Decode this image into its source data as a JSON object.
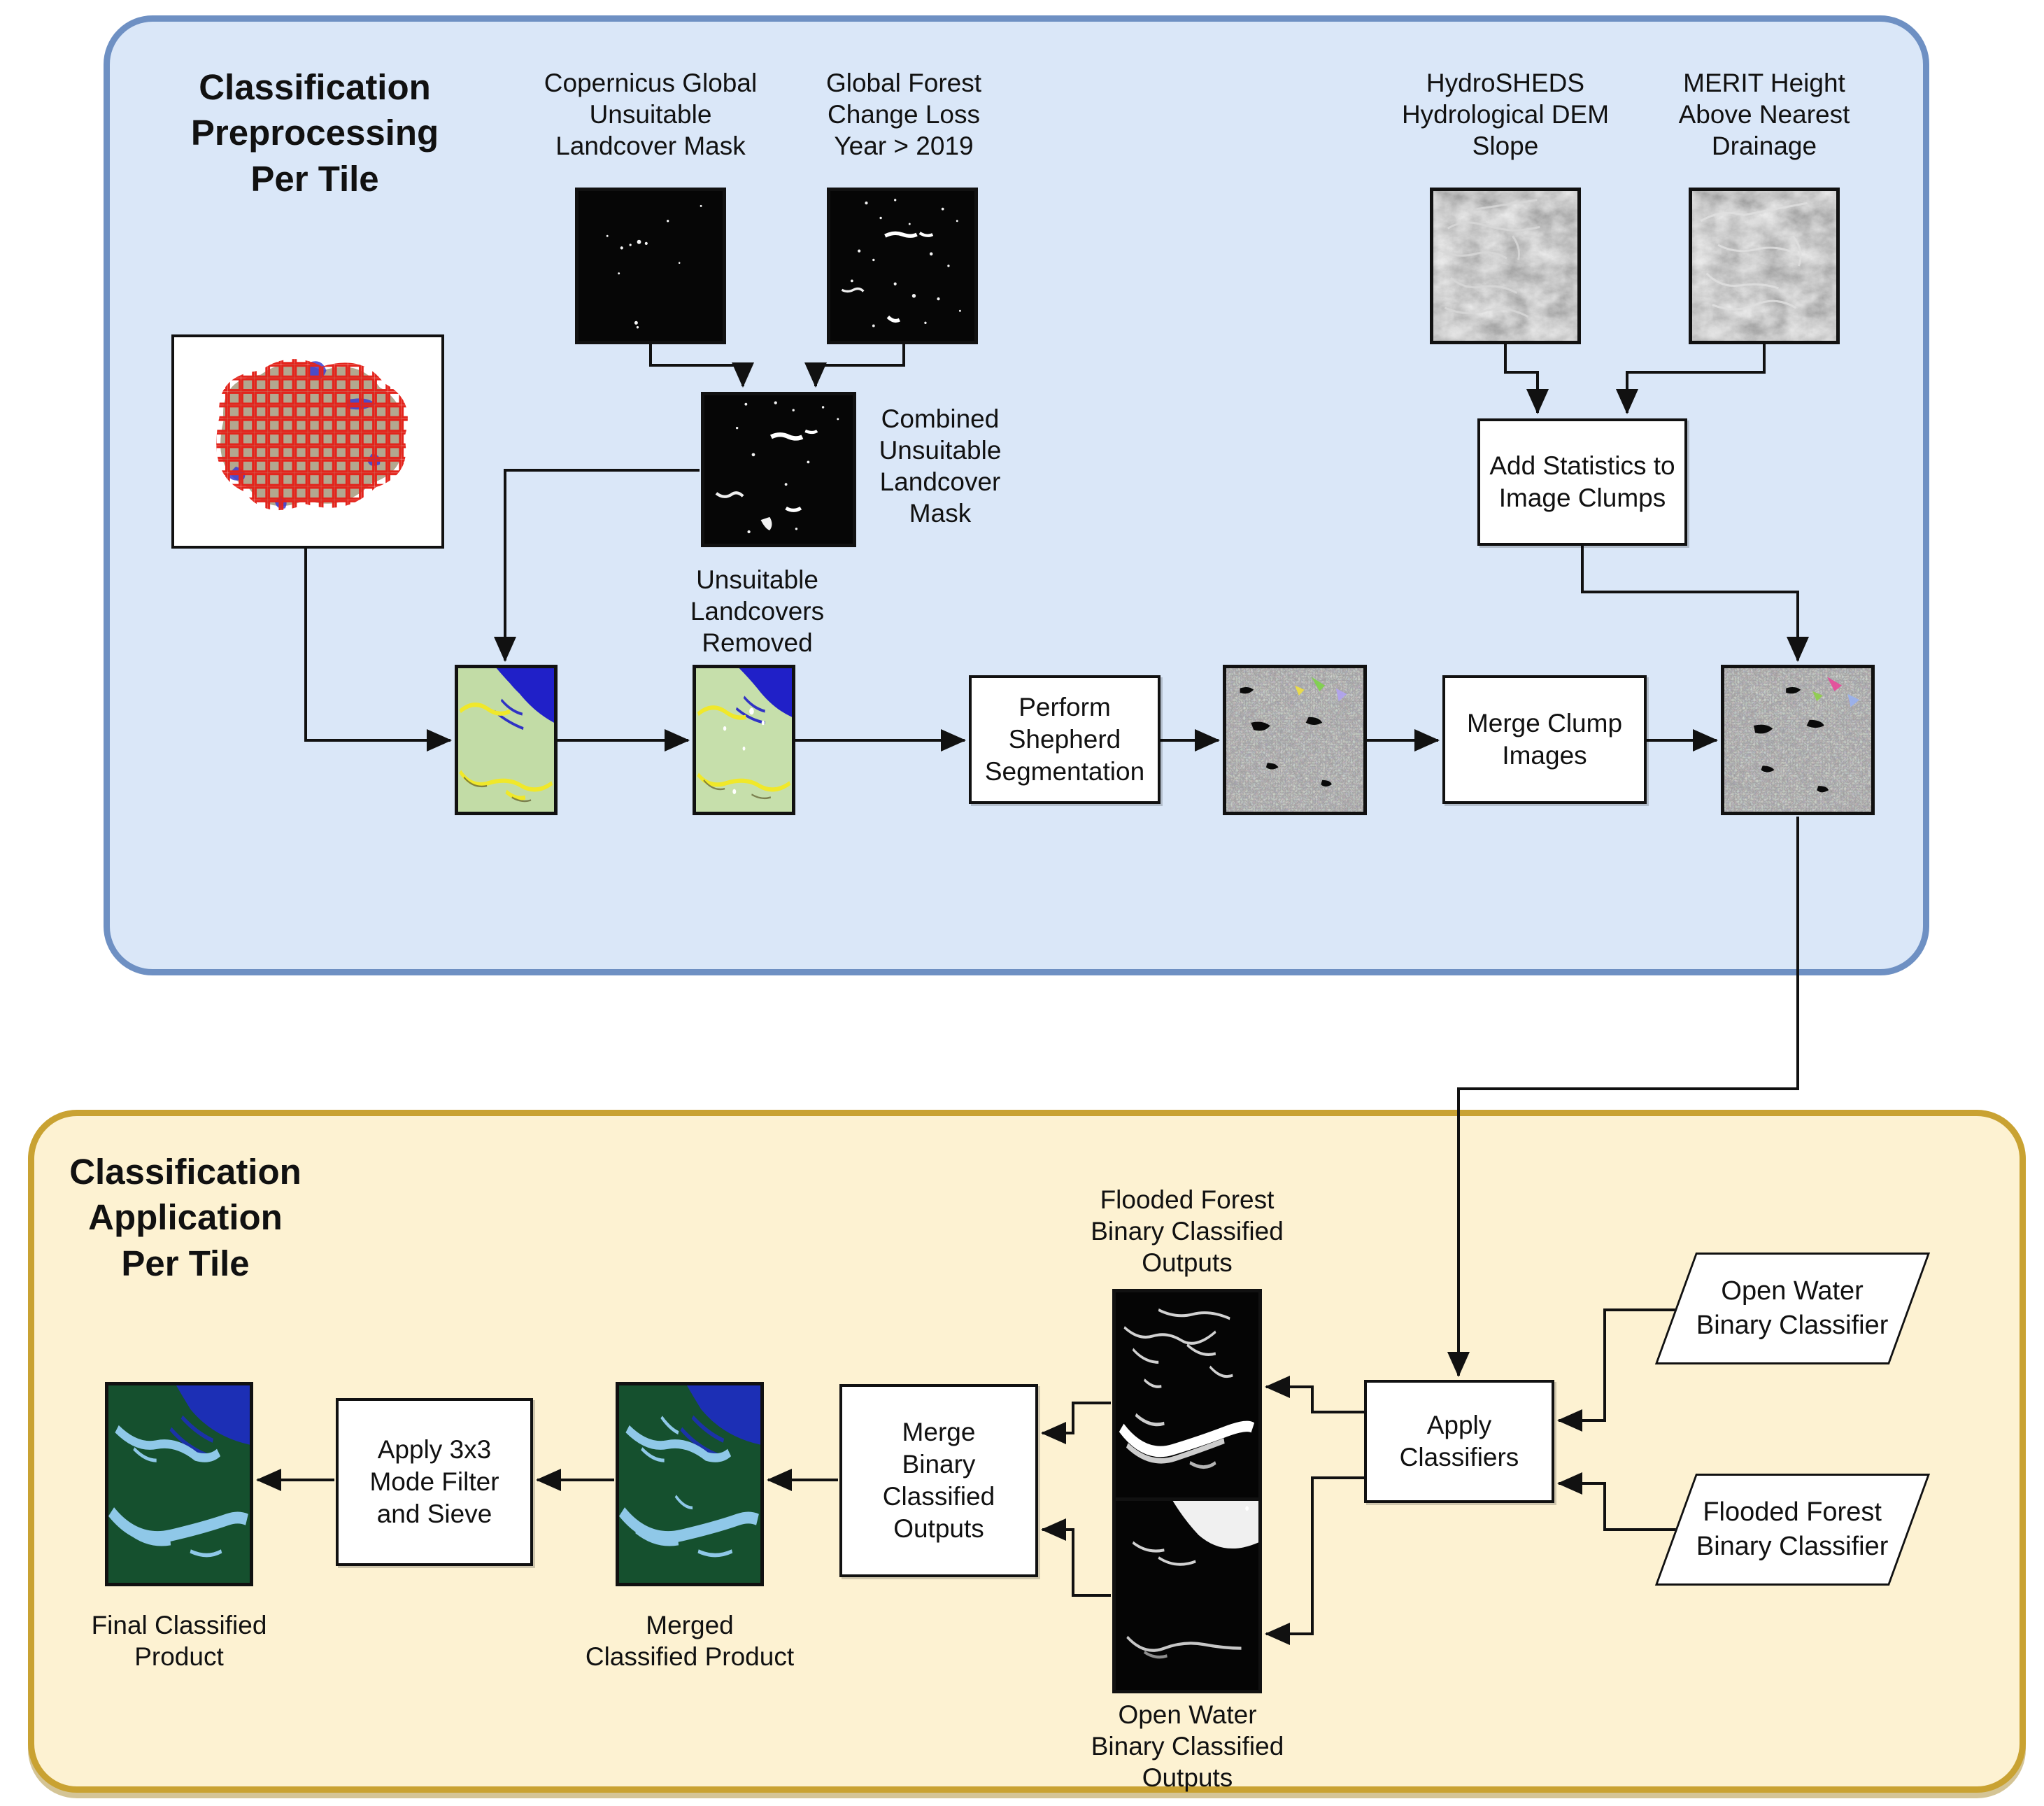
{
  "colors": {
    "preprocessing_fill": "#dae7f8",
    "preprocessing_border": "#6e90c3",
    "application_fill": "#fdf2d2",
    "application_border": "#c9a232",
    "tile_grid_red": "#e3241c",
    "connector": "#111111"
  },
  "preprocessing": {
    "title": "Classification\nPreprocessing\nPer Tile",
    "inputs": [
      {
        "label": "Copernicus Global\nUnsuitable\nLandcover Mask"
      },
      {
        "label": "Global Forest\nChange Loss\nYear > 2019"
      },
      {
        "label": "HydroSHEDS\nHydrological DEM\nSlope"
      },
      {
        "label": "MERIT Height\nAbove Nearest\nDrainage"
      }
    ],
    "combined_mask_label": "Combined\nUnsuitable\nLandcover\nMask",
    "add_statistics_box": "Add Statistics to\nImage Clumps",
    "unsuitable_removed_label": "Unsuitable\nLandcovers\nRemoved",
    "shepherd_box": "Perform\nShepherd\nSegmentation",
    "merge_clump_box": "Merge Clump\nImages"
  },
  "application": {
    "title": "Classification\nApplication\nPer Tile",
    "flooded_outputs_label": "Flooded Forest\nBinary Classified\nOutputs",
    "open_water_outputs_label": "Open Water\nBinary Classified\nOutputs",
    "apply_classifiers_box": "Apply\nClassifiers",
    "open_water_classifier": "Open Water\nBinary Classifier",
    "flooded_forest_classifier": "Flooded Forest\nBinary Classifier",
    "merge_binary_box": "Merge\nBinary\nClassified\nOutputs",
    "merged_product_label": "Merged\nClassified Product",
    "mode_filter_box": "Apply 3x3\nMode Filter\nand Sieve",
    "final_product_label": "Final Classified\nProduct"
  }
}
